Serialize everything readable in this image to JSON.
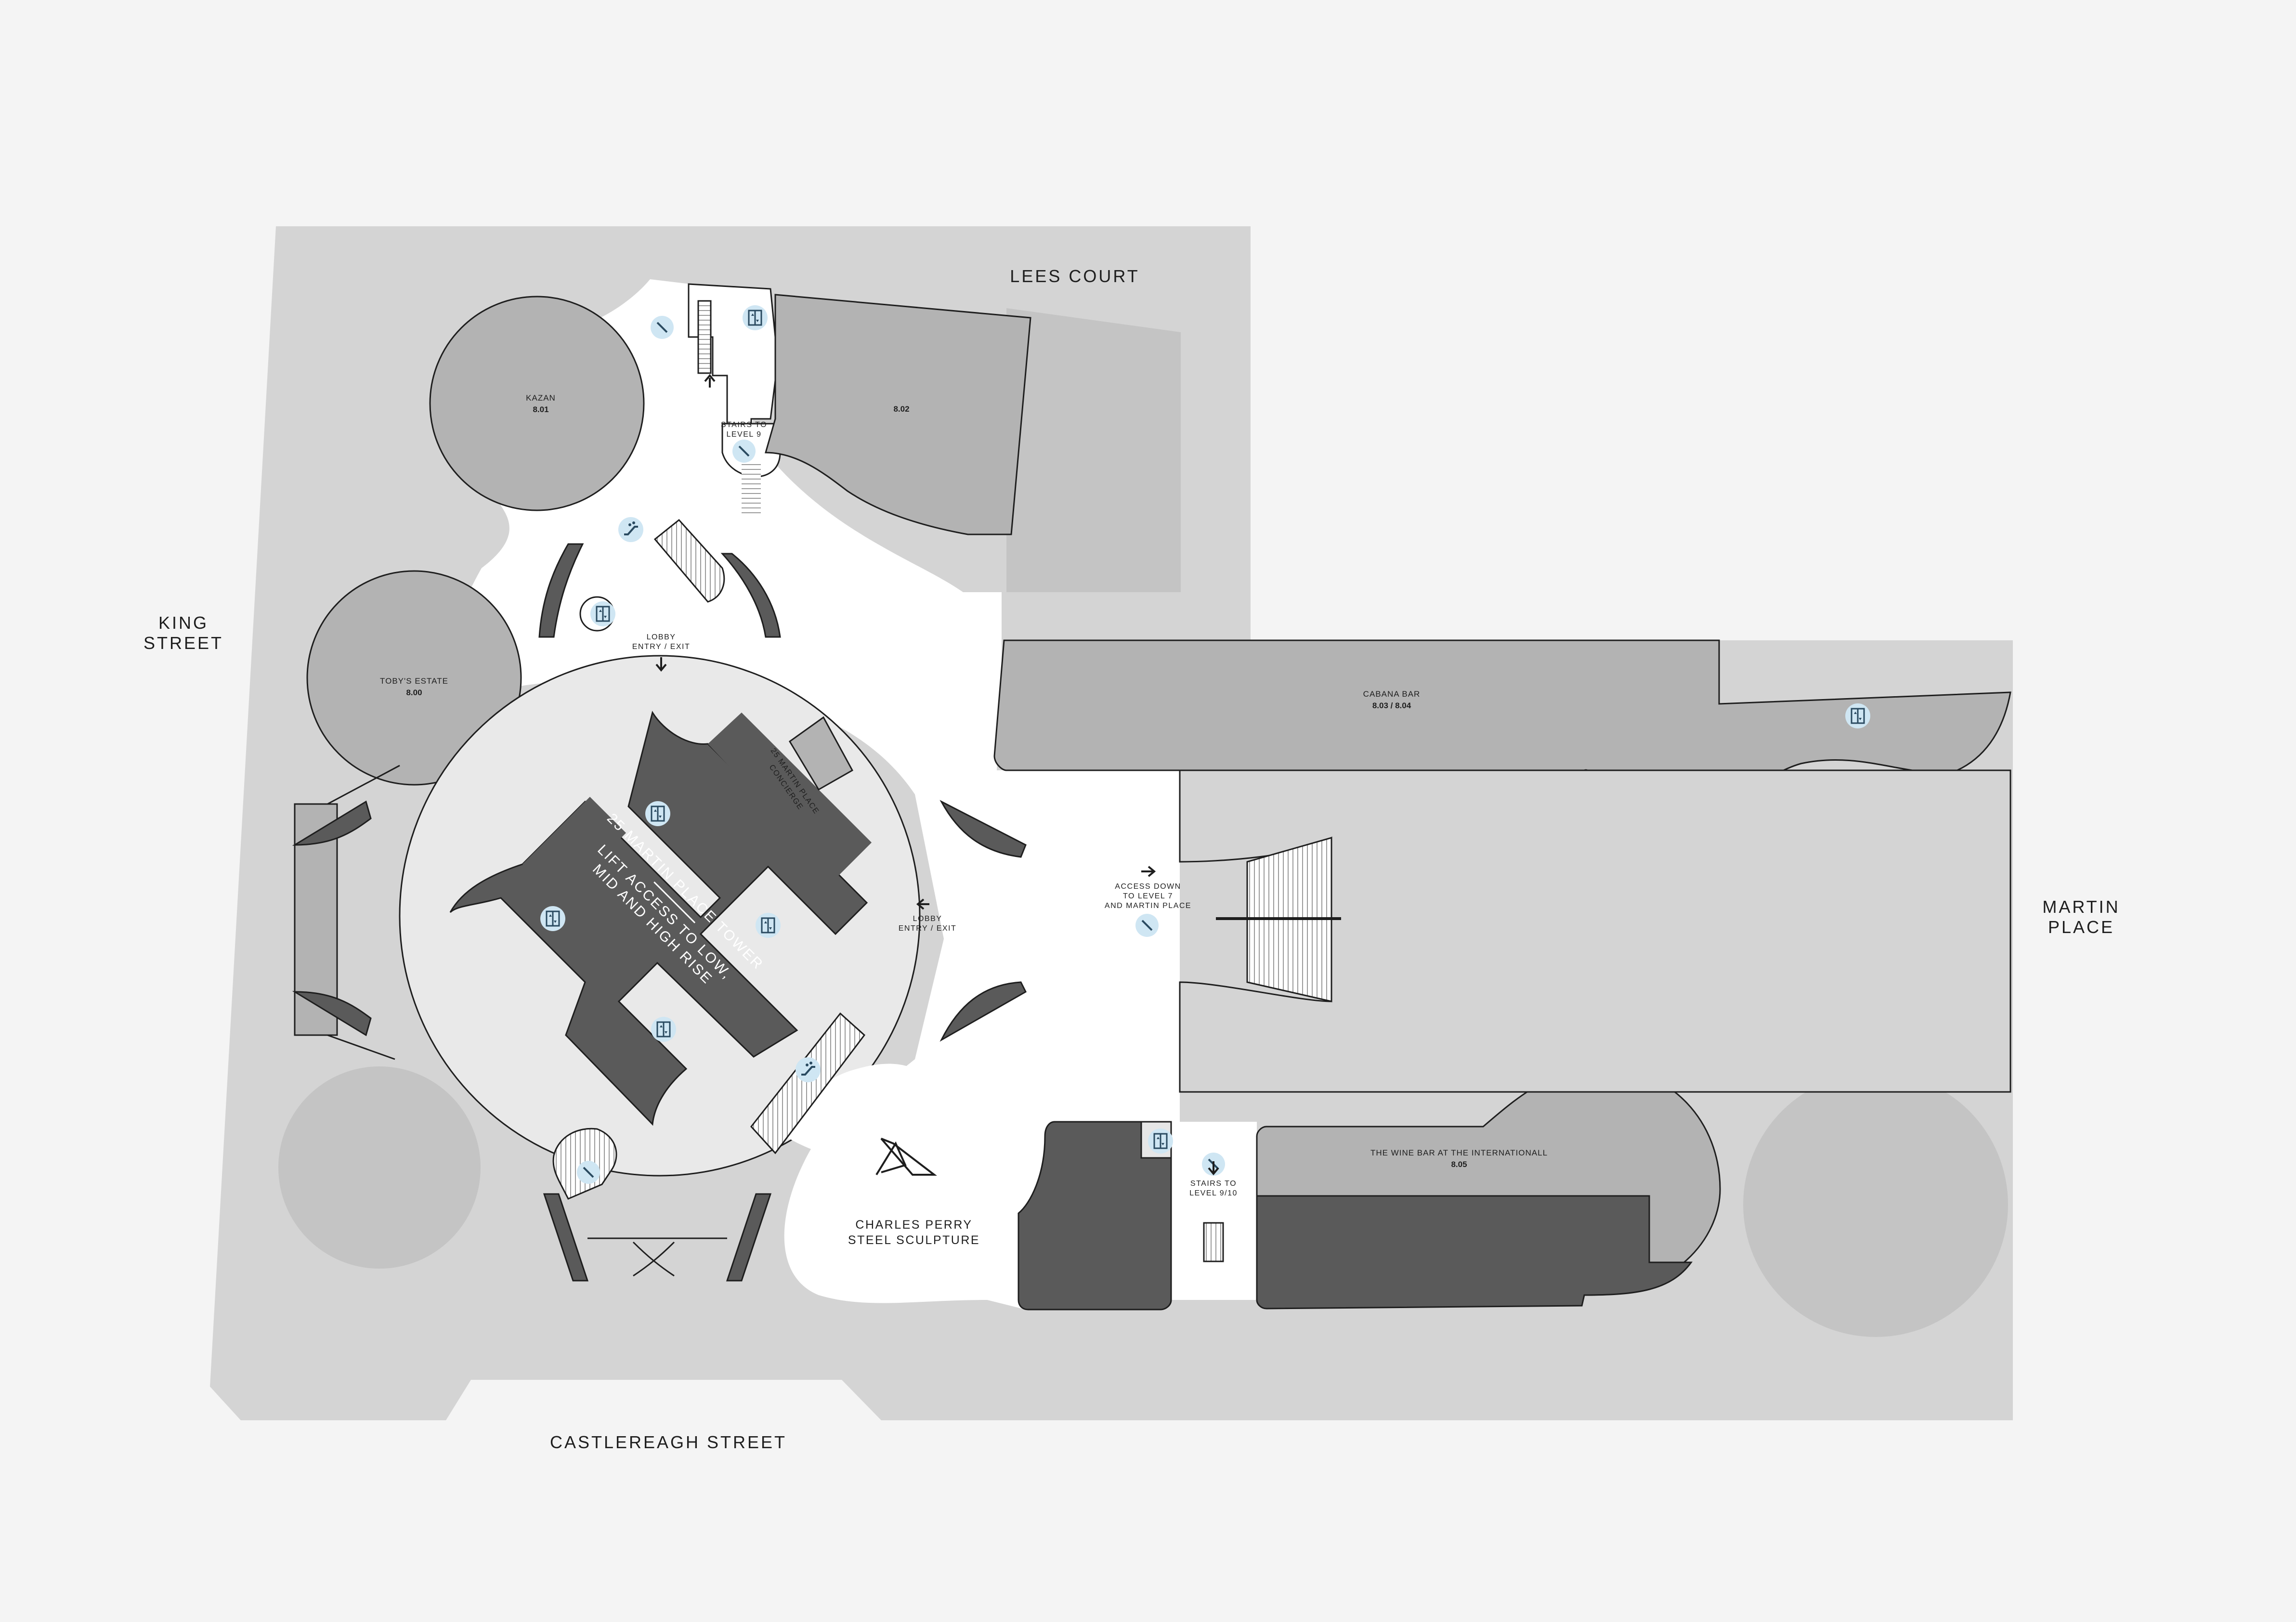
{
  "streets": {
    "lees_court": "LEES COURT",
    "king_street": [
      "KING",
      "STREET"
    ],
    "martin_place": [
      "MARTIN",
      "PLACE"
    ],
    "castlereagh_street": "CASTLEREAGH STREET"
  },
  "tenancies": {
    "kazan": {
      "name": "KAZAN",
      "number": "8.01"
    },
    "tobys": {
      "name": "TOBY'S ESTATE",
      "number": "8.00"
    },
    "unit_602": {
      "number": "8.02"
    },
    "cabana": {
      "name": "CABANA BAR",
      "number": "8.03 / 8.04"
    },
    "wine_bar": {
      "name": "THE WINE BAR AT THE INTERNATIONALL",
      "number": "8.05"
    }
  },
  "labels": {
    "stairs_level9": [
      "STAIRS TO",
      "LEVEL 9"
    ],
    "lobby_top": [
      "LOBBY",
      "ENTRY / EXIT"
    ],
    "lobby_right": [
      "LOBBY",
      "ENTRY / EXIT"
    ],
    "concierge": [
      "25 MARTIN PLACE",
      "CONCIERGE"
    ],
    "tower": [
      "25 MARTIN PLACE TOWER",
      "LIFT ACCESS TO LOW,",
      "MID AND HIGH RISE"
    ],
    "access_down": [
      "ACCESS DOWN",
      "TO LEVEL 7",
      "AND MARTIN PLACE"
    ],
    "stairs_level910": [
      "STAIRS TO",
      "LEVEL 9/10"
    ],
    "sculpture": [
      "CHARLES PERRY",
      "STEEL SCULPTURE"
    ]
  },
  "colors": {
    "background": "#f4f4f4",
    "precinct": "#d4d4d4",
    "tenancy": "#b3b3b3",
    "core": "#5a5a5a",
    "lobby_floor": "#e9e9e9",
    "walkway": "#ffffff",
    "icon_circle": "#cfe6f3",
    "icon_ink": "#2a4a60"
  },
  "icons": [
    "lift-icon",
    "escalator-icon",
    "travelator-icon",
    "arrow-icon"
  ]
}
